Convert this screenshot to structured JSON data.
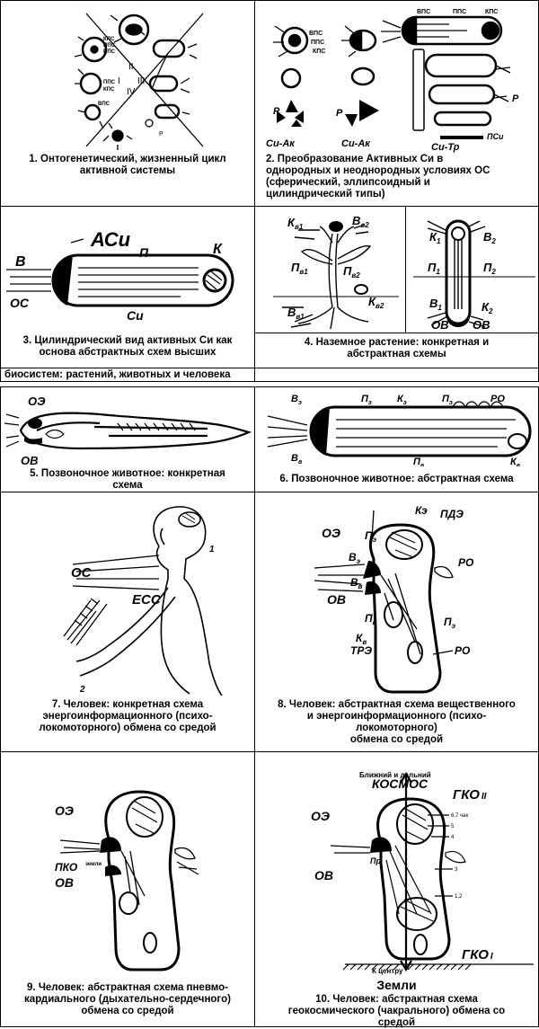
{
  "captions": {
    "c1": [
      "1. Онтогенетический, жизненный цикл",
      "активной системы"
    ],
    "c2": [
      "2. Преобразование Активных Си в",
      "однородных и неоднородных условиях ОС",
      "(сферический, эллипсоидный и",
      "цилиндрический типы)"
    ],
    "c3": [
      "3. Цилиндрический вид активных Си как",
      "основа абстрактных схем высших"
    ],
    "c4": [
      "4. Наземное растение:  конкретная и",
      "абстрактная схемы"
    ],
    "c4b": "биосистем: растений, животных и человека",
    "c5": [
      "5. Позвоночное животное:  конкретная",
      "схема"
    ],
    "c6": [
      "6. Позвоночное животное: абстрактная схема"
    ],
    "c7": [
      "7. Человек:  конкретная схема",
      "энергоинформационного (психо-",
      "локомоторного) обмена со средой"
    ],
    "c8": [
      "8. Человек:  абстрактная схема вещественного",
      "и энергоинформационного (психо-",
      "локомоторного)",
      "обмена со средой"
    ],
    "c9": [
      "9. Человек:  абстрактная схема пневмо-",
      "кардиального (дыхательно-сердечного)",
      "обмена со средой"
    ],
    "c10": [
      "10. Человек:  абстрактная схема",
      "геокосмического (чакрального) обмена со",
      "средой"
    ]
  },
  "labels": {
    "f1": {
      "vps": "ВПС",
      "pps": "ППС",
      "kps": "КПС",
      "r1": "I",
      "r2": "II",
      "r3": "III",
      "r4": "IV",
      "p": "Р"
    },
    "f2": {
      "vps": "ВПС",
      "pps": "ППС",
      "kps": "КПС",
      "p": "Р",
      "ak1": "Си-Ак",
      "ak2": "Си-Ак",
      "tr": "Си-Тр",
      "psi": "ПСи"
    },
    "f3": {
      "asi": "АСи",
      "p": "П",
      "k": "К",
      "v": "В",
      "os": "ОС",
      "si": "Си"
    },
    "f4": {
      "kv1": "К",
      "kv1s": "в1",
      "bv2": "В",
      "bv2s": "в2",
      "pv1": "П",
      "pv1s": "в1",
      "pv2": "П",
      "pv2s": "в2",
      "kv2": "К",
      "kv2s": "в2",
      "bv1": "В",
      "bv1s": "в1",
      "k1": "К",
      "k1s": "1",
      "b2": "В",
      "b2s": "2",
      "p1": "П",
      "p1s": "1",
      "p2": "П",
      "p2s": "2",
      "b1": "В",
      "b1s": "1",
      "k2": "К",
      "k2s": "2",
      "ov1": "ОВ",
      "ov2": "ОВ"
    },
    "f5": {
      "oe": "ОЭ",
      "ov": "ОВ"
    },
    "f6": {
      "be": "В",
      "bes": "э",
      "pe": "П",
      "pes": "э",
      "ke": "К",
      "kes": "э",
      "pe2": "П",
      "pe2s": "э",
      "ro": "РО",
      "bv": "В",
      "bvs": "в",
      "pv": "П",
      "pvs": "в",
      "kv": "К",
      "kvs": "в"
    },
    "f7": {
      "os": "ОС",
      "ess": "ЕСС",
      "n1": "1",
      "n2": "2"
    },
    "f8": {
      "ke": "Кэ",
      "pde": "ПДЭ",
      "oe": "ОЭ",
      "pe": "П",
      "pes": "э",
      "ve": "В",
      "ves": "э",
      "vv": "В",
      "vvs": "в",
      "ro": "РО",
      "ov": "ОВ",
      "pv": "П",
      "pvs": "в",
      "pe2": "П",
      "pe2s": "э",
      "kv": "К",
      "kvs": "в",
      "tre": "ТРЭ",
      "ro2": "РО"
    },
    "f9": {
      "oe": "ОЭ",
      "pko": "ПКО",
      "zemli": "земли",
      "ov": "ОВ"
    },
    "f10": {
      "near": "Ближний и дальний",
      "kosmos": "КОСМОС",
      "gko1": "ГКО",
      "gko1s": "II",
      "oe": "ОЭ",
      "ov": "ОВ",
      "pr": "Пр",
      "gko2": "ГКО",
      "gko2s": "I",
      "kcentru": "К центру",
      "zemli": "Земли",
      "t1": "6,7 чак",
      "t2": "5",
      "t3": "4",
      "t4": "3",
      "t5": "1,2"
    }
  },
  "colors": {
    "ink": "#000000",
    "paper": "#ffffff",
    "hatch": "#000000"
  }
}
